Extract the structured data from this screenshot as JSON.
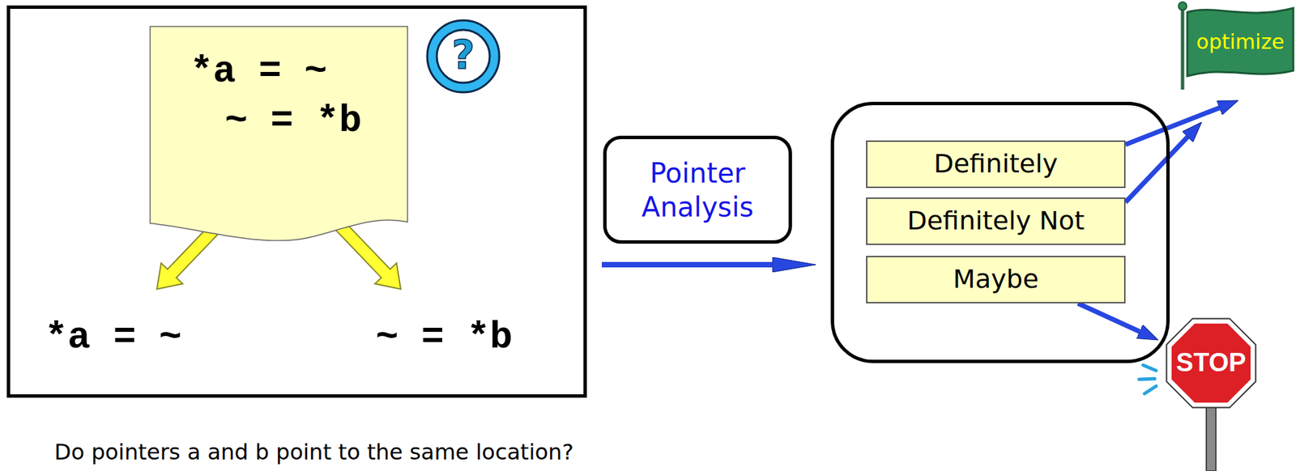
{
  "diagram": {
    "nodes": [
      {
        "text": [
          "*a = ~",
          "~ = *b"
        ]
      },
      {
        "text": [
          "*a = ~",
          "~ = *b"
        ],
        "in": 0
      },
      {
        "text": [
          "Pointer Analysis"
        ]
      },
      {
        "text": []
      },
      {
        "text": [
          "Definitely"
        ],
        "in": 3
      },
      {
        "text": [
          "Definitely Not"
        ],
        "in": 3
      },
      {
        "text": [
          "Maybe"
        ],
        "in": 3
      },
      {
        "text": [
          "optimize"
        ]
      },
      {
        "text": [
          "STOP"
        ]
      }
    ],
    "edges": [
      {
        "from": 0,
        "to": 3,
        "arrow": "to"
      },
      {
        "from": 4,
        "to": 7,
        "arrow": "to"
      },
      {
        "from": 5,
        "to": 7,
        "arrow": "to"
      },
      {
        "from": 6,
        "to": 8,
        "arrow": "to"
      }
    ],
    "labels": [
      "?",
      "Do pointers a and b point to the same location?"
    ]
  }
}
